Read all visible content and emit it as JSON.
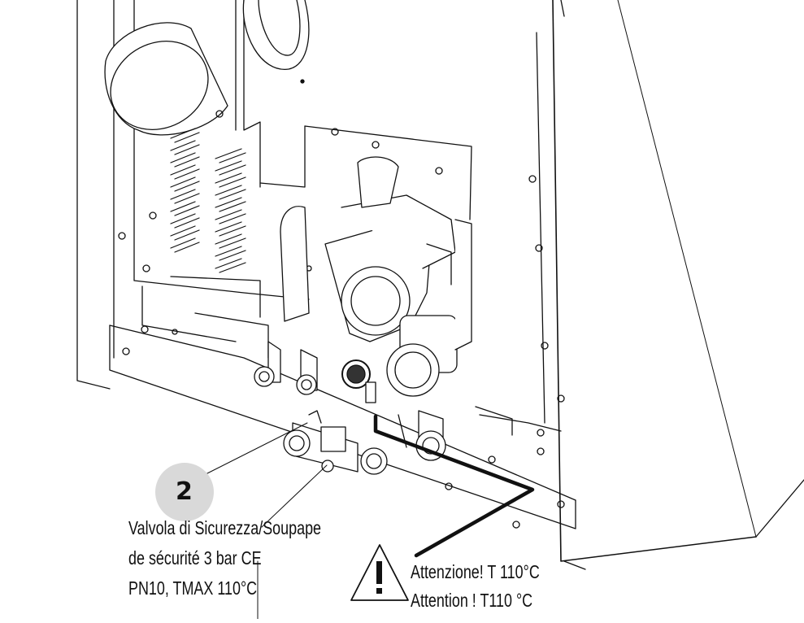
{
  "callout": {
    "number": "2",
    "valve_line_1": "Valvola di Sicurezza/Soupape",
    "valve_line_2": "de sécurité  3 bar CE",
    "valve_line_3": "PN10, TMAX 110°C"
  },
  "warning": {
    "icon": "warning-triangle-icon",
    "line_1": "Attenzione! T 110°C",
    "line_2": "Attention ! T110 °C"
  },
  "colors": {
    "line": "#111111",
    "badge": "#d9d9d9",
    "background": "#ffffff"
  }
}
